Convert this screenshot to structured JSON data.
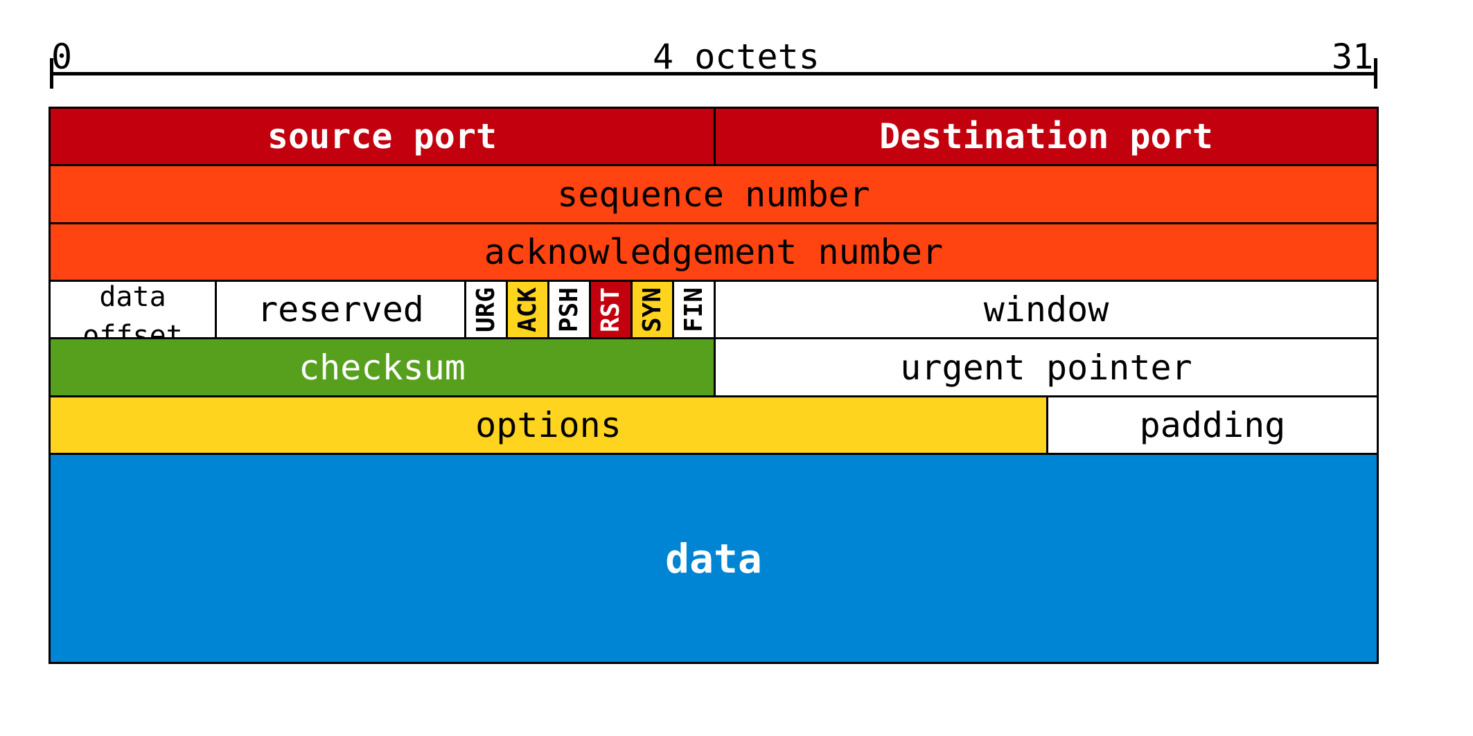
{
  "scale": {
    "start_label": "0",
    "center_label": "4 octets",
    "end_label": "31"
  },
  "colors": {
    "red": "#C3000D",
    "orange": "#FF4411",
    "green": "#57A01E",
    "yellow": "#FFD41F",
    "blue": "#0084D4",
    "white": "#FFFFFF",
    "border": "#000000"
  },
  "fields": {
    "source_port": "source port",
    "destination_port": "Destination port",
    "sequence_number": "sequence number",
    "acknowledgement_number": "acknowledgement number",
    "data_offset": "data offset",
    "reserved": "reserved",
    "window": "window",
    "checksum": "checksum",
    "urgent_pointer": "urgent pointer",
    "options": "options",
    "padding": "padding",
    "data": "data"
  },
  "flags": [
    {
      "label": "URG",
      "color": "#FFFFFF",
      "text_color": "#000000"
    },
    {
      "label": "ACK",
      "color": "#FFD41F",
      "text_color": "#000000"
    },
    {
      "label": "PSH",
      "color": "#FFFFFF",
      "text_color": "#000000"
    },
    {
      "label": "RST",
      "color": "#C3000D",
      "text_color": "#FFFFFF"
    },
    {
      "label": "SYN",
      "color": "#FFD41F",
      "text_color": "#000000"
    },
    {
      "label": "FIN",
      "color": "#FFFFFF",
      "text_color": "#000000"
    }
  ]
}
